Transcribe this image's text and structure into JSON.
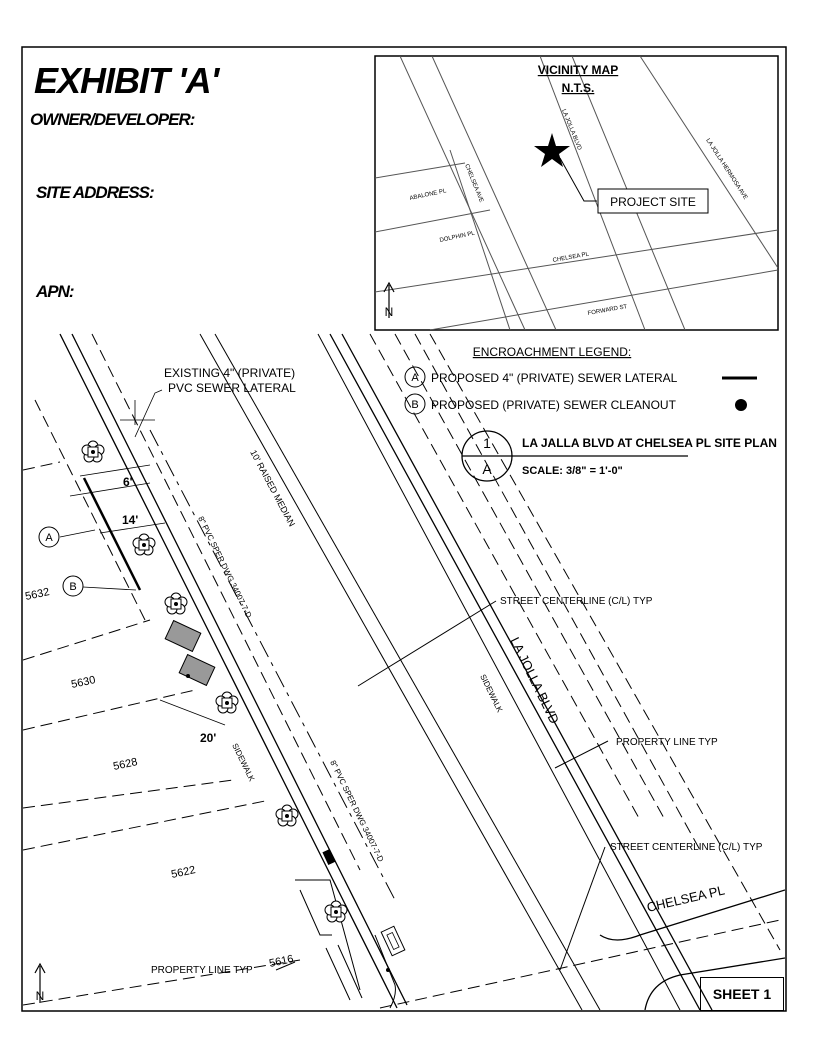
{
  "header": {
    "title": "EXHIBIT 'A'",
    "owner_label": "OWNER/DEVELOPER:",
    "site_address_label": "SITE ADDRESS:",
    "apn_label": "APN:"
  },
  "vicinity_map": {
    "title": "VICINITY MAP",
    "subtitle": "N.T.S.",
    "project_site": "PROJECT SITE",
    "streets": {
      "la_jolla_blvd": "LA JOLLA BLVD",
      "la_jolla_hermosa": "LA JOLLA HERMOSA AVE",
      "abalone": "ABALONE PL",
      "chelsea_ave": "CHELSEA AVE",
      "dolphin": "DOLPHIN PL",
      "chelsea_pl": "CHELSEA PL",
      "forward": "FORWARD ST"
    },
    "north_symbol": "N"
  },
  "legend": {
    "title": "ENCROACHMENT LEGEND:",
    "items": [
      {
        "tag": "A",
        "text": "PROPOSED 4\" (PRIVATE) SEWER LATERAL"
      },
      {
        "tag": "B",
        "text": "PROPOSED (PRIVATE) SEWER CLEANOUT"
      }
    ]
  },
  "title_block": {
    "number": "1",
    "sheet_ref": "A",
    "name": "LA JALLA BLVD AT CHELSEA PL SITE PLAN",
    "scale": "SCALE:  3/8\" = 1'-0\""
  },
  "plan": {
    "existing_lateral_line1": "EXISTING 4\" (PRIVATE)",
    "existing_lateral_line2": "PVC SEWER LATERAL",
    "raised_median": "10' RAISED MEDIAN",
    "pvc_main_upper": "8\" PVC SPER DWG 34007-7-D",
    "pvc_main_lower": "8\" PVC SPER DWG 34007-7-D",
    "sidewalk_left": "SIDEWALK",
    "sidewalk_right": "SIDEWALK",
    "la_jolla_blvd": "LA JOLLA BLVD",
    "chelsea_pl": "CHELSEA PL",
    "centerline_upper": "STREET CENTERLINE (C/L) TYP",
    "centerline_lower": "STREET CENTERLINE (C/L) TYP",
    "property_line_right": "PROPERTY LINE TYP",
    "property_line_left": "PROPERTY LINE TYP",
    "dim_6": "6'",
    "dim_14": "14'",
    "dim_20": "20'",
    "tag_a": "A",
    "tag_b": "B",
    "lots": [
      "5632",
      "5630",
      "5628",
      "5622",
      "5616"
    ],
    "north_symbol": "N"
  },
  "sheet_label": "SHEET 1"
}
